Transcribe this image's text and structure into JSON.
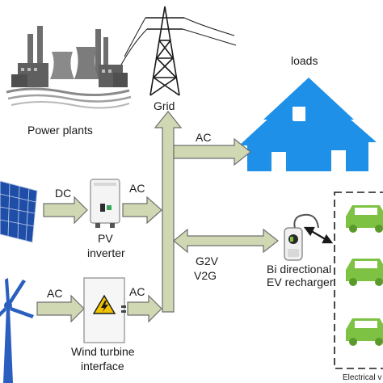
{
  "labels": {
    "power_plants": "Power plants",
    "grid": "Grid",
    "loads": "loads",
    "ac_to_loads": "AC",
    "dc_solar": "DC",
    "ac_pv": "AC",
    "pv_line1": "PV",
    "pv_line2": "inverter",
    "g2v": "G2V",
    "v2g": "V2G",
    "bidir_line1": "Bi directional",
    "bidir_line2": "EV recharger",
    "ac_wind_left": "AC",
    "ac_wind_right": "AC",
    "wind_line1": "Wind turbine",
    "wind_line2": "interface",
    "electrical_vehicles": "Electrical v"
  },
  "colors": {
    "arrow_fill": "#cfd8b2",
    "arrow_stroke": "#6f6f6f",
    "house_blue": "#1e90e8",
    "car_green": "#7dc242",
    "wind_blue": "#2a5fc0",
    "solar_panel": "#1f4ea8",
    "factory_gray": "#7a7a7a",
    "warning_yellow": "#f2c200"
  },
  "icons": [
    "power-plant-icon",
    "pylon-icon",
    "houses-icon",
    "solar-panel-icon",
    "inverter-icon",
    "wind-turbine-icon",
    "warning-icon",
    "ev-charger-icon",
    "car-icon"
  ]
}
